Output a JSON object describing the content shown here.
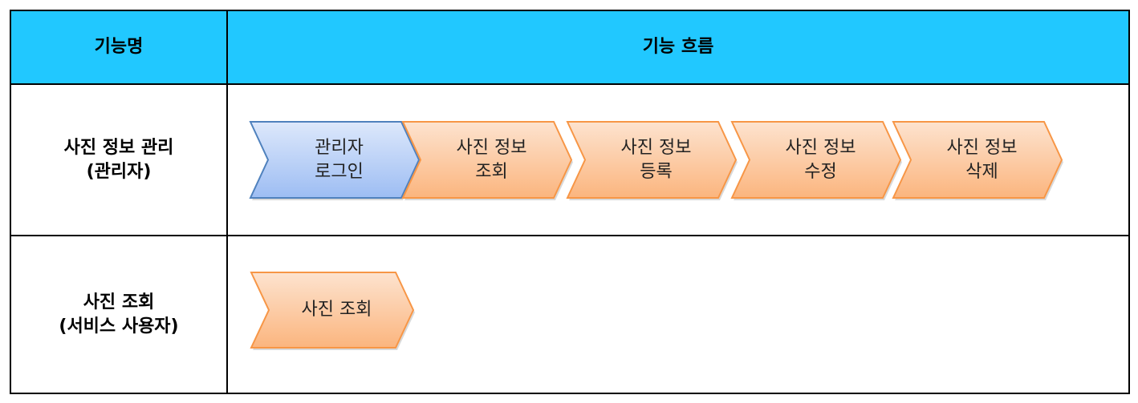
{
  "header": {
    "col1": "기능명",
    "col2": "기능 흐름"
  },
  "rows": [
    {
      "name": "사진 정보 관리\n(관리자)",
      "steps": [
        "관리자\n로그인",
        "사진 정보\n조회",
        "사진 정보\n등록",
        "사진 정보\n수정",
        "사진 정보\n삭제"
      ]
    },
    {
      "name": "사진 조회\n(서비스 사용자)",
      "steps": [
        "사진 조회"
      ]
    }
  ],
  "colors": {
    "header": "#21c8ff",
    "blue_fill": "#b8d0f8",
    "blue_border": "#4f81bd",
    "orange_fill": "#fcc79c",
    "orange_border": "#f79646"
  }
}
